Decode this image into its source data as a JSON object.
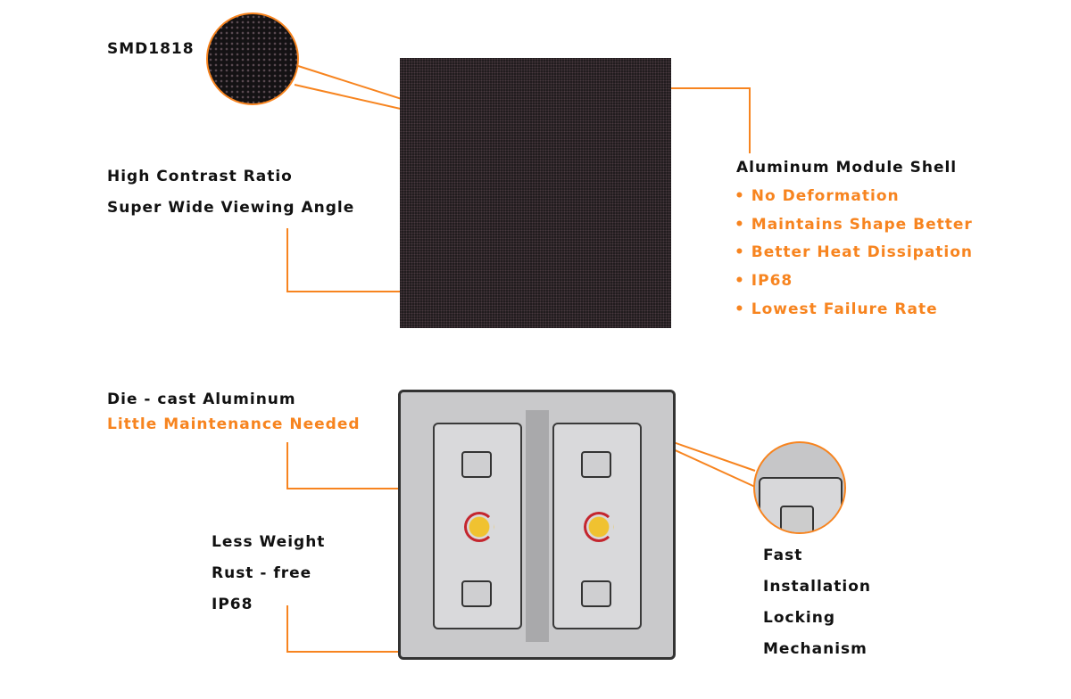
{
  "accent_color": "#f7841f",
  "top": {
    "smd_label": "SMD1818",
    "contrast": [
      "High Contrast Ratio",
      "Super Wide Viewing Angle"
    ],
    "shell": {
      "title": "Aluminum Module Shell",
      "bullets": [
        "No Deformation",
        "Maintains Shape Better",
        "Better Heat Dissipation",
        "IP68",
        "Lowest Failure Rate"
      ]
    }
  },
  "bottom": {
    "diecast": {
      "title": "Die - cast Aluminum",
      "subtitle": "Little Maintenance Needed"
    },
    "weight": [
      "Less Weight",
      "Rust - free",
      "IP68"
    ],
    "locking": [
      "Fast",
      "Installation",
      "Locking",
      "Mechanism"
    ]
  }
}
